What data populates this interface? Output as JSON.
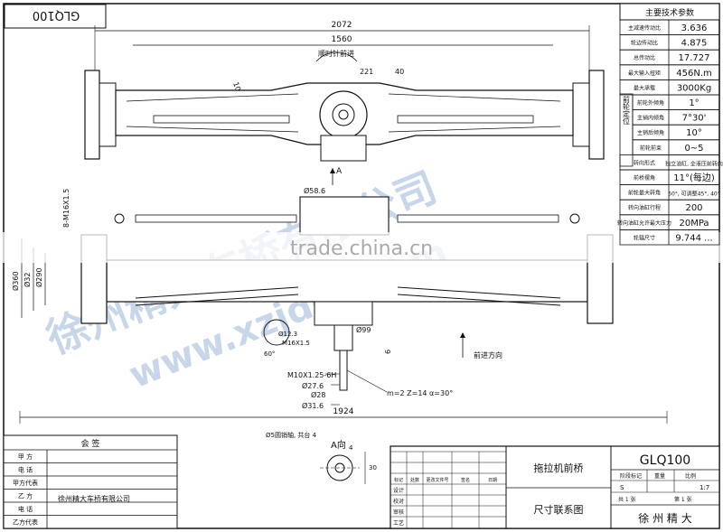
{
  "title_block_code": "GLQ100",
  "dimensions": {
    "overall_width": "2072",
    "kingpin_span": "1560",
    "track_bottom": "1924",
    "offset_221": "221",
    "offset_40": "40",
    "angle_top": "10°",
    "left_dim_360": "Ø360",
    "left_dim_32": "Ø32",
    "left_dim_290": "Ø290",
    "bolt_spec": "8-M16X1.5",
    "dim_58": "Ø58.6",
    "dim_99": "Ø99",
    "dim_12": "Ø12.3",
    "thread_m16": "M16X1.5",
    "angle_60": "60°",
    "thread_m10": "M10X1.25-6H",
    "dim_27": "Ø27.6",
    "dim_28": "Ø28",
    "dim_31": "Ø31.6",
    "dim_6": "6",
    "spline": "m=2  Z=14  α=30°",
    "rotate_note": "顺时针前进",
    "direction_note": "前进方向",
    "section_a": "A",
    "view_a": "A向",
    "pin_note": "Ø5圆销轴, 共台 4",
    "dim_4": "4",
    "dim_30": "30"
  },
  "watermarks": {
    "main": "徐州精大车桥有限公司",
    "site": "trade.china.cn",
    "url": "www.xzjdqc.com"
  },
  "parameters": {
    "header": "主要技术参数",
    "group_label": "前轮定位",
    "rows": [
      {
        "label": "主减速传动比",
        "value": "3.636"
      },
      {
        "label": "轮边传动比",
        "value": "4.875"
      },
      {
        "label": "总传动比",
        "value": "17.727"
      },
      {
        "label": "最大输入扭矩",
        "value": "456N.m"
      },
      {
        "label": "最大承载",
        "value": "3000Kg"
      },
      {
        "label": "前轮外倾角",
        "value": "1°"
      },
      {
        "label": "主销内倾角",
        "value": "7°30'"
      },
      {
        "label": "主销后倾角",
        "value": "10°"
      },
      {
        "label": "前轮前束",
        "value": "0~5"
      },
      {
        "label": "转向形式",
        "value": "独立油缸, 全液压前转向"
      },
      {
        "label": "前桥摆角",
        "value": "11°(每边)"
      },
      {
        "label": "前轮最大转角",
        "value": "50°, 可调整45°, 40°"
      },
      {
        "label": "转向油缸行程",
        "value": "200"
      },
      {
        "label": "转向油缸允许最大压力",
        "value": "20MPa"
      },
      {
        "label": "轮辐尺寸",
        "value": "9.744 ..."
      }
    ]
  },
  "countersign": {
    "header": "会        签",
    "rows": [
      "甲    方",
      "电    话",
      "甲方代表",
      "乙    方",
      "电    话",
      "乙方代表"
    ],
    "party_b_company": "徐州精大车桥有限公司"
  },
  "title_block": {
    "product_name": "拖拉机前桥",
    "drawing_name": "尺寸联系图",
    "code": "GLQ100",
    "company": "徐  州  精  大",
    "rev_headers": [
      "标记",
      "处数",
      "更改文件号",
      "签名",
      "日期"
    ],
    "role_labels": [
      "设计",
      "校对",
      "审核",
      "工艺"
    ],
    "stage_headers": [
      "阶段标记",
      "重量",
      "比例"
    ],
    "scale": "1:7",
    "stage_value": "S",
    "sheet_text": "共 1 张",
    "sheet_no": "第 1 张"
  }
}
